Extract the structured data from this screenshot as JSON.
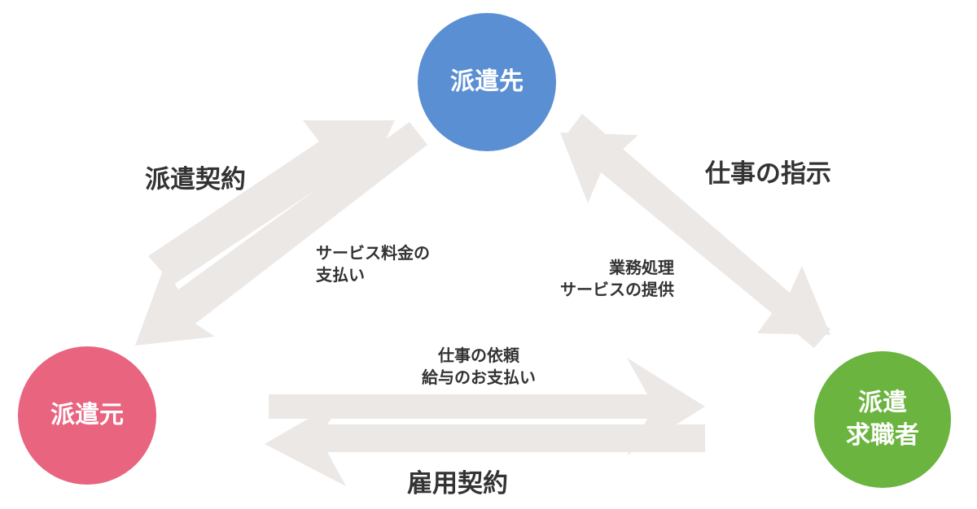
{
  "nodes": {
    "top": "派遣先",
    "left": "派遣元",
    "right": "派遣\n求職者"
  },
  "labels": {
    "haken_keiyaku": "派遣契約",
    "shigoto_shiji": "仕事の指示",
    "service_fee": "サービス料金の\n支払い",
    "service_provision": "業務処理\nサービスの提供",
    "request_payment": "仕事の依頼\n給与のお支払い",
    "koyou_keiyaku": "雇用契約"
  },
  "colors": {
    "top_node": "#5a8fd3",
    "left_node": "#e8647f",
    "right_node": "#6ab43f",
    "arrow": "#ece8e6",
    "text": "#333333"
  }
}
